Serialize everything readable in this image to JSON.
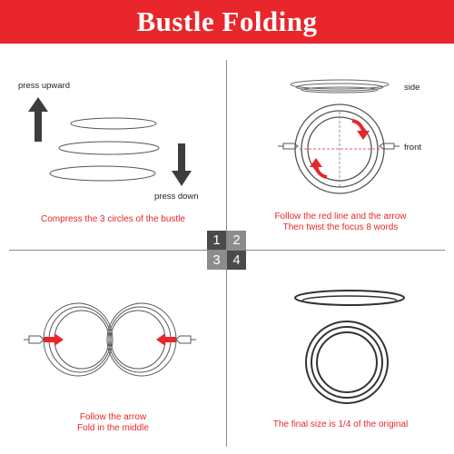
{
  "title": "Bustle Folding",
  "steps": [
    {
      "number": "1",
      "labels": {
        "upward": "press upward",
        "down": "press down"
      },
      "caption_lines": [
        "Compress the 3 circles of the bustle"
      ]
    },
    {
      "number": "2",
      "labels": {
        "side": "side",
        "front": "front"
      },
      "caption_lines": [
        "Follow the red line and the arrow",
        "Then twist the focus 8 words"
      ]
    },
    {
      "number": "3",
      "caption_lines": [
        "Follow the arrow",
        "Fold in the middle"
      ]
    },
    {
      "number": "4",
      "caption_lines": [
        "The final size is 1/4 of the original"
      ]
    }
  ],
  "colors": {
    "banner": "#e8262b",
    "caption": "#e8262b",
    "badge_dark": "#4a4a4a",
    "badge_light": "#8c8c8c",
    "arrow_dark": "#3d3d3d"
  },
  "icons": [
    "up-arrow-icon",
    "down-arrow-icon",
    "rotate-arrow-icon",
    "pointing-hand-icon",
    "push-arrow-icon"
  ]
}
